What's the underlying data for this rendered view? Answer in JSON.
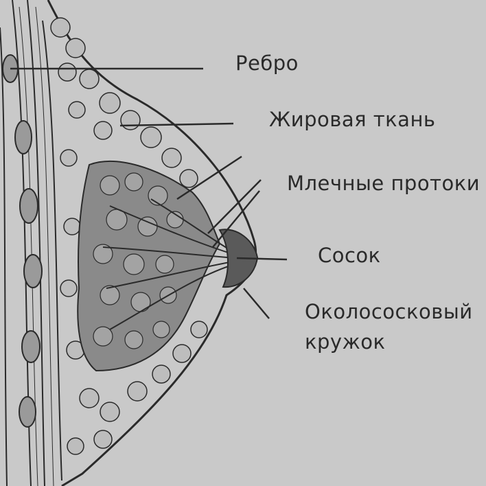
{
  "labels": {
    "rib": "Ребро",
    "fat_tissue": "Жировая ткань",
    "milk_ducts": "Млечные протоки",
    "nipple": "Сосок",
    "areola_line1": "Околососковый",
    "areola_line2": "кружок"
  },
  "colors": {
    "background": "#c9c9c9",
    "ink": "#2a2a2a",
    "gland": "#8a8a8a"
  }
}
